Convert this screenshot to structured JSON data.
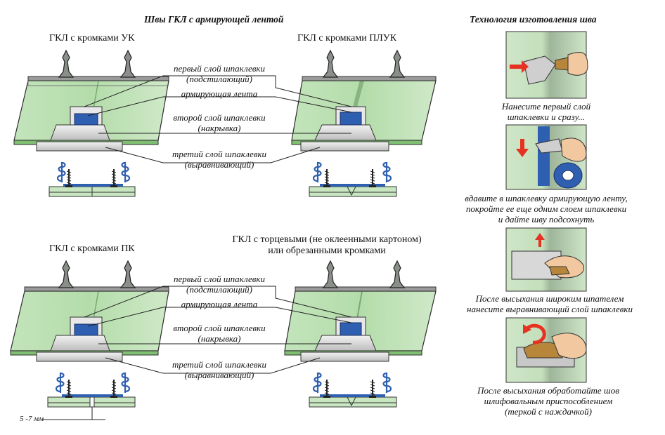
{
  "titles": {
    "left": "Швы ГКЛ с армирующей лентой",
    "right": "Технология изготовления шва"
  },
  "captions": {
    "uk": "ГКЛ с кромками УК",
    "pluk": "ГКЛ с кромками ПЛУК",
    "pk": "ГКЛ с кромками ПК",
    "cut_line1": "ГКЛ с торцевыми (не оклеенными картоном)",
    "cut_line2": "или обрезанными кромками"
  },
  "layers": {
    "l1a": "первый слой шпаклевки",
    "l1b": "(подстилающий)",
    "l2": "армирующая лента",
    "l3a": "второй слой шпаклевки",
    "l3b": "(накрывка)",
    "l4a": "третий слой шпаклевки",
    "l4b": "(выравнивающий)"
  },
  "gap_label": "5 -7 мм",
  "steps": [
    {
      "line1": "Нанесите первый слой",
      "line2": "шпаклевки и сразу...",
      "line3": ""
    },
    {
      "line1": "вдавите в шпаклевку армирующую ленту,",
      "line2": "покройте ее еще одним слоем шпаклевки",
      "line3": "и дайте шву подсохнуть"
    },
    {
      "line1": "После высыхания широким шпателем",
      "line2": "нанесите выравнивающий слой шпаклевки",
      "line3": ""
    },
    {
      "line1": "После высыхания обработайте шов",
      "line2": "шлифовальным приспособлением",
      "line3": "(теркой с наждачкой)"
    }
  ],
  "colors": {
    "board_green": "#c8e6c0",
    "board_edge": "#7fbf72",
    "tape_blue": "#2f5fb0",
    "putty_gray": "#d9d9d9",
    "arrow_red": "#e53222",
    "wall_light_green": "#d6ead0"
  }
}
